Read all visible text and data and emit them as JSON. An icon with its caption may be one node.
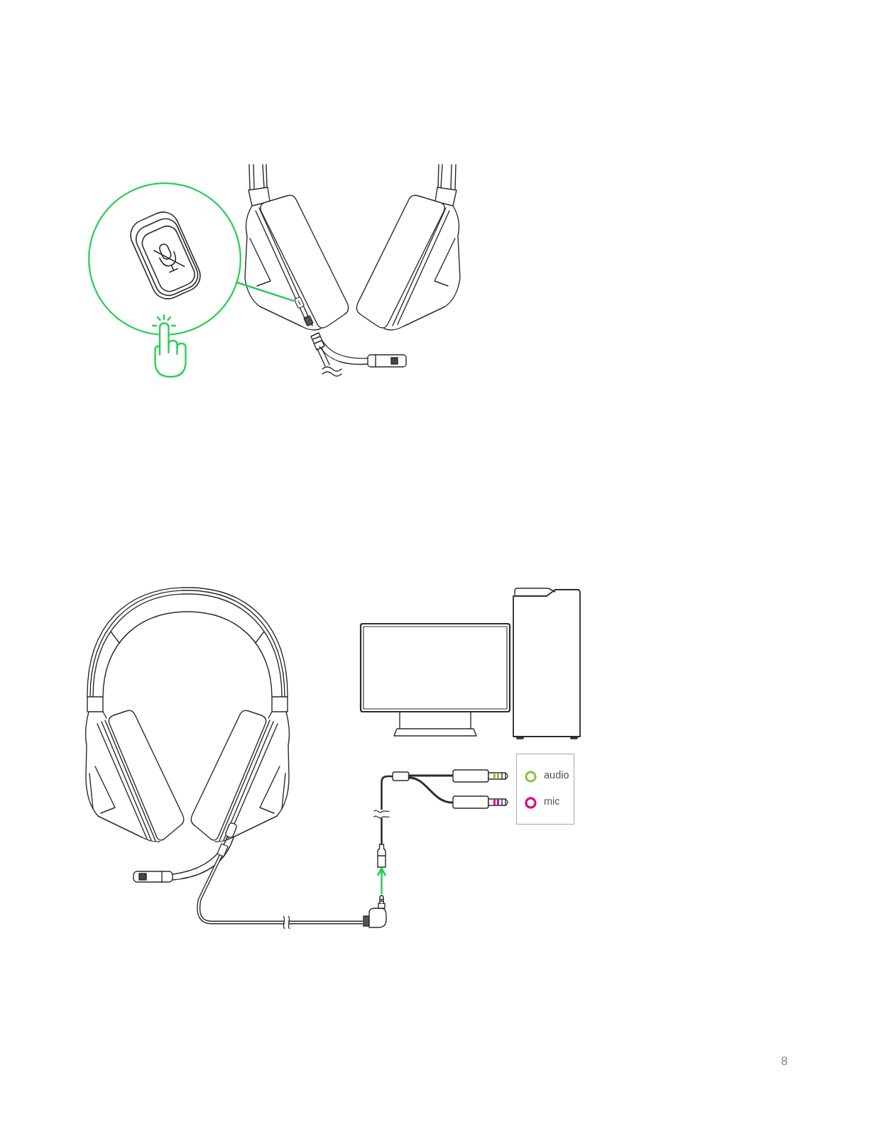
{
  "diagram": {
    "nodes": [
      {
        "text": [],
        "shape": "circle"
      },
      {
        "text": [],
        "shape": "picture"
      },
      {
        "text": [],
        "shape": "picture"
      },
      {
        "text": [],
        "shape": "picture"
      }
    ],
    "edges": [
      {
        "from": 0,
        "to": 1,
        "arrow": "none"
      },
      {
        "from": 3,
        "to": 2,
        "arrow": "to"
      }
    ],
    "labels": [
      "8"
    ],
    "legend": [
      {
        "text": "audio",
        "color": "#8cc63f"
      },
      {
        "text": "mic",
        "color": "#e5007e"
      }
    ]
  }
}
